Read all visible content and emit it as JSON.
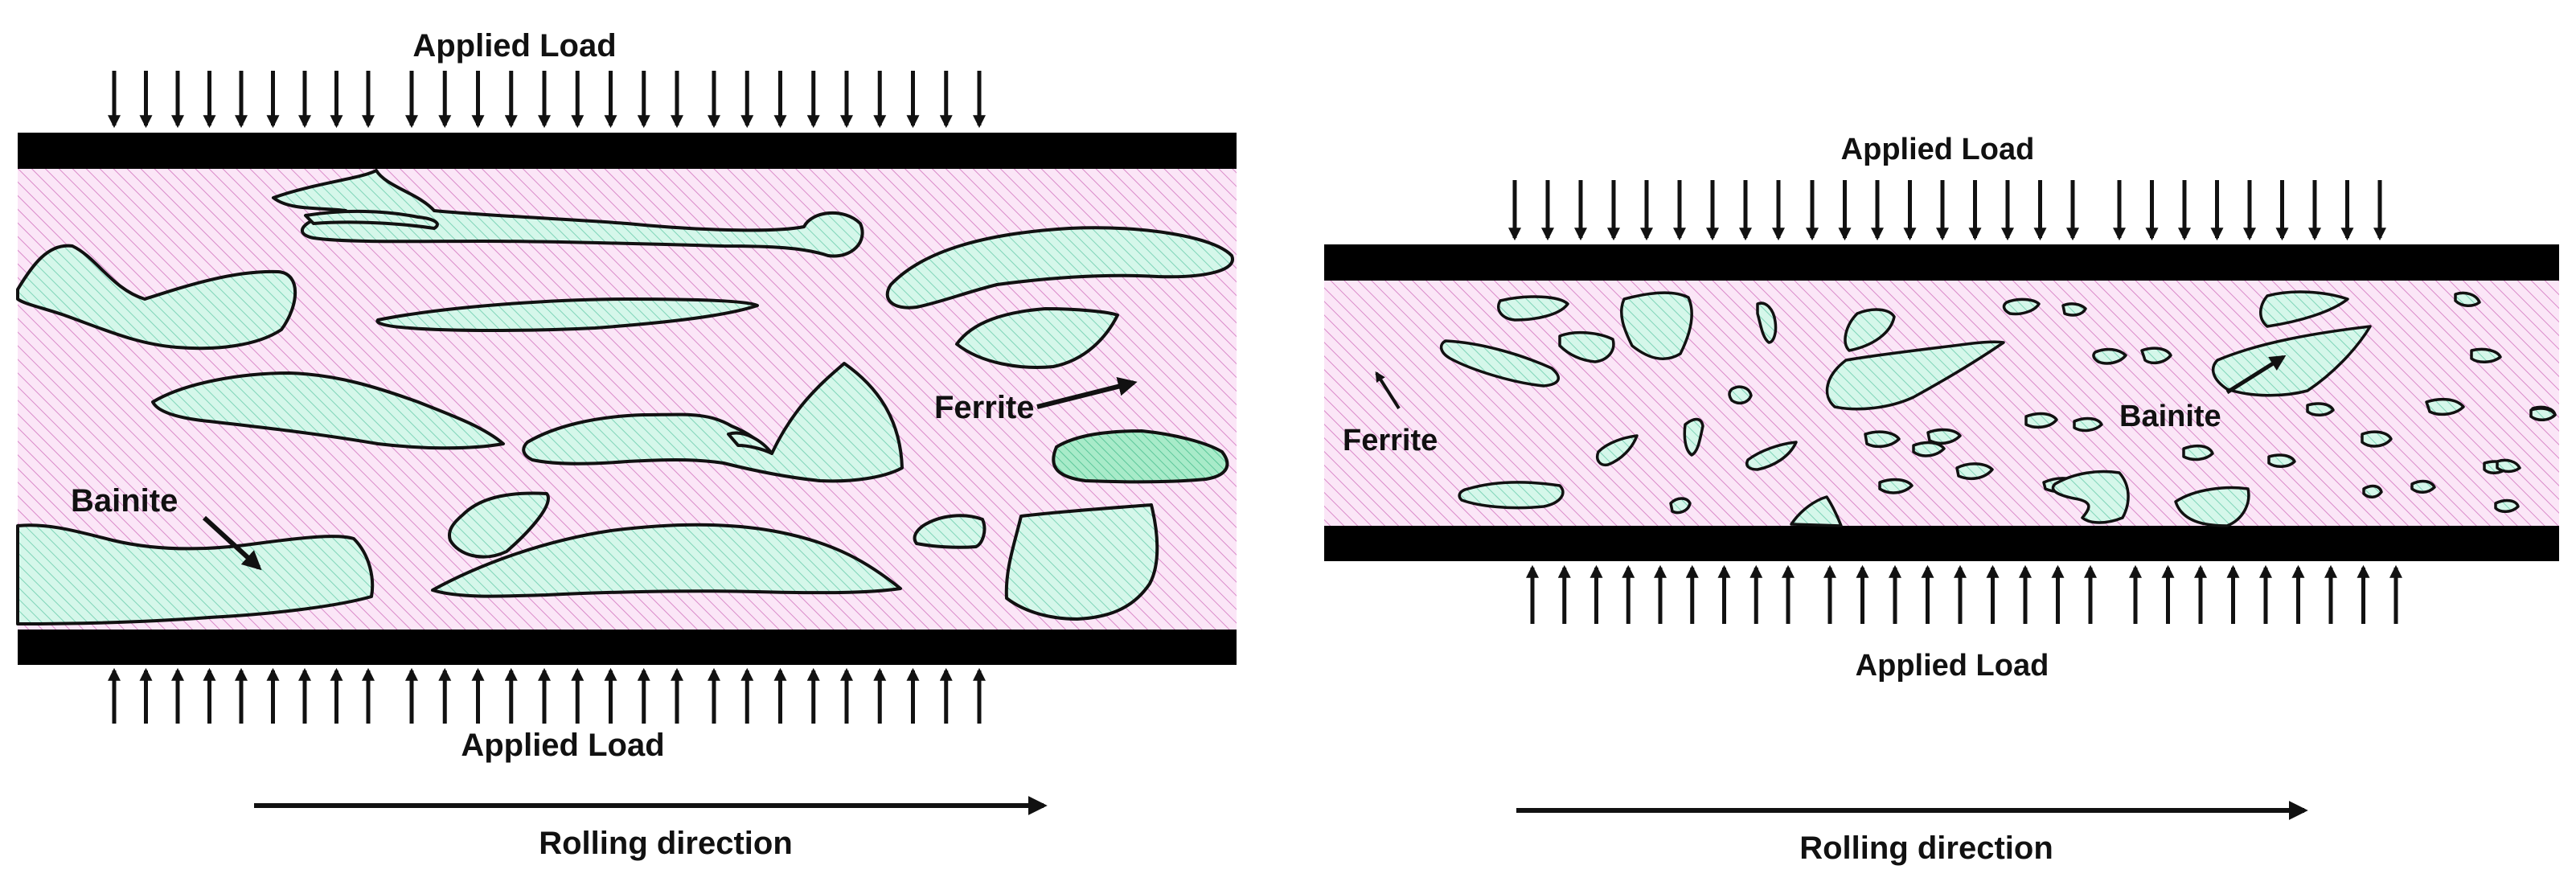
{
  "colors": {
    "ferrite_fill": "#fbe6f7",
    "ferrite_hatch": "#d98ac9",
    "bainite_fill": "#d5f7ea",
    "bainite_hatch": "#7fd4b8",
    "bainite_dense": "#9ee6c2",
    "plate": "#000000",
    "background": "#ffffff"
  },
  "panels": [
    {
      "top_load_label": "Applied Load",
      "bottom_load_label": "Applied Load",
      "ferrite_label": "Ferrite",
      "bainite_label": "Bainite",
      "rolling_label": "Rolling direction",
      "grain_morphology": "elongated bainite grains"
    },
    {
      "top_load_label": "Applied Load",
      "bottom_load_label": "Applied Load",
      "ferrite_label": "Ferrite",
      "bainite_label": "Bainite",
      "rolling_label": "Rolling direction",
      "grain_morphology": "fine equiaxed bainite grains"
    }
  ]
}
